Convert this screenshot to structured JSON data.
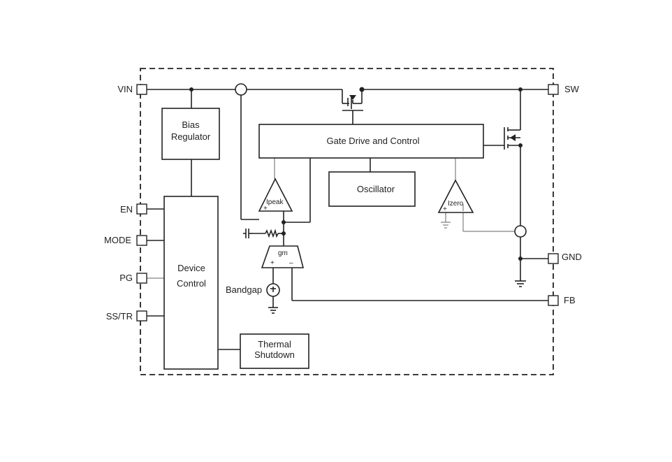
{
  "pins": {
    "vin": "VIN",
    "sw": "SW",
    "en": "EN",
    "mode": "MODE",
    "pg": "PG",
    "sstr": "SS/TR",
    "gnd": "GND",
    "fb": "FB"
  },
  "blocks": {
    "bias_line1": "Bias",
    "bias_line2": "Regulator",
    "gate_drive": "Gate Drive and Control",
    "oscillator": "Oscillator",
    "device_line1": "Device",
    "device_line2": "Control",
    "thermal_line1": "Thermal",
    "thermal_line2": "Shutdown"
  },
  "comparators": {
    "ipeak": "Ipeak",
    "izero": "Izero",
    "gm": "gm",
    "plus": "+",
    "minus": "–"
  },
  "reference": {
    "bandgap": "Bandgap"
  }
}
